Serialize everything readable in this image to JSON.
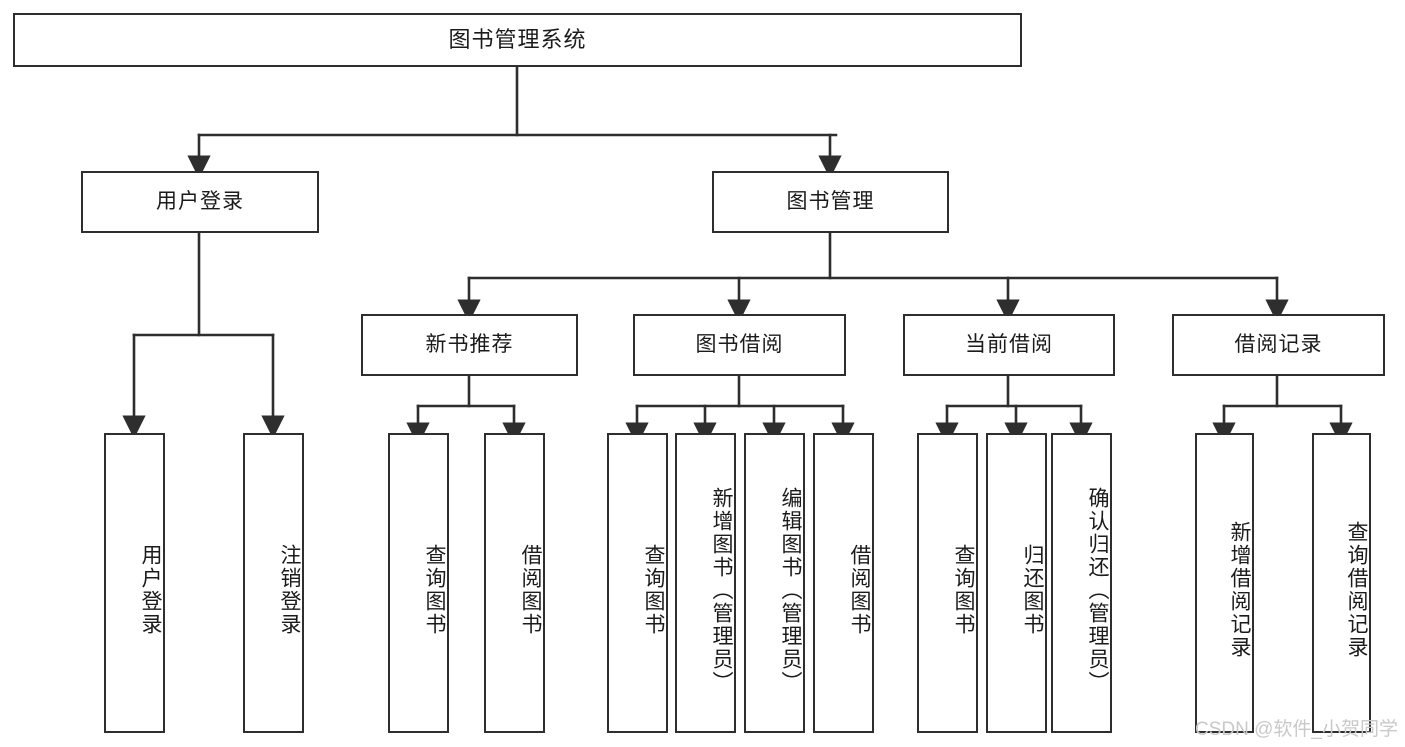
{
  "diagram": {
    "title": "图书管理系统",
    "root": {
      "label": "图书管理系统"
    },
    "level1": [
      {
        "label": "用户登录"
      },
      {
        "label": "图书管理"
      }
    ],
    "level2": [
      {
        "label": "新书推荐"
      },
      {
        "label": "图书借阅"
      },
      {
        "label": "当前借阅"
      },
      {
        "label": "借阅记录"
      }
    ],
    "leaves": {
      "user_login": [
        {
          "label": "用户登录"
        },
        {
          "label": "注销登录"
        }
      ],
      "new_book_recommend": [
        {
          "label": "查询图书"
        },
        {
          "label": "借阅图书"
        }
      ],
      "book_borrow": [
        {
          "label": "查询图书"
        },
        {
          "label": "新增图书（管理员）"
        },
        {
          "label": "编辑图书（管理员）"
        },
        {
          "label": "借阅图书"
        }
      ],
      "current_borrow": [
        {
          "label": "查询图书"
        },
        {
          "label": "归还图书"
        },
        {
          "label": "确认归还（管理员）"
        }
      ],
      "borrow_record": [
        {
          "label": "新增借阅记录"
        },
        {
          "label": "查询借阅记录"
        }
      ]
    }
  },
  "watermark": {
    "text": "CSDN @软件_小贺同学"
  },
  "colors": {
    "stroke": "#2e2e2e",
    "text": "#1b1b1b",
    "background": "#ffffff",
    "watermark": "#c9c9c9"
  }
}
